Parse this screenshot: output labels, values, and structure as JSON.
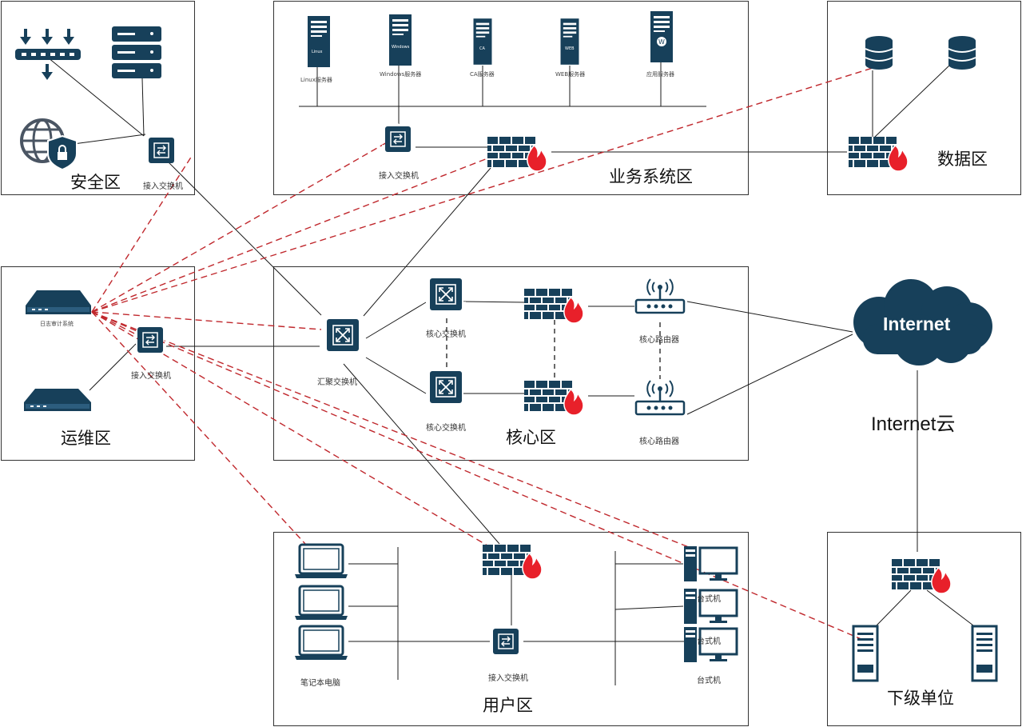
{
  "zones": {
    "security": "安全区",
    "business": "业务系统区",
    "data": "数据区",
    "ops": "运维区",
    "core": "核心区",
    "internet_cloud": "Internet云",
    "user": "用户区",
    "subordinate": "下级单位"
  },
  "devices": {
    "access_switch": "接入交换机",
    "aggregation_switch": "汇聚交换机",
    "core_switch": "核心交换机",
    "core_router": "核心路由器",
    "log_audit": "日志审计系统",
    "laptop": "笔记本电脑",
    "desktop": "台式机",
    "internet": "Internet",
    "servers": {
      "linux": "Linux服务器",
      "windows": "Windows服务器",
      "ca": "CA服务器",
      "web": "WEB服务器",
      "app": "应用服务器"
    },
    "server_face": {
      "linux": "Linux",
      "windows": "Windows",
      "ca": "CA",
      "web": "WEB"
    }
  },
  "colors": {
    "icon": "#17405a",
    "firewall_flame": "#e8202a",
    "dashed_link": "#c0282d",
    "line": "#1a1a1a",
    "zone_border": "#333333"
  }
}
